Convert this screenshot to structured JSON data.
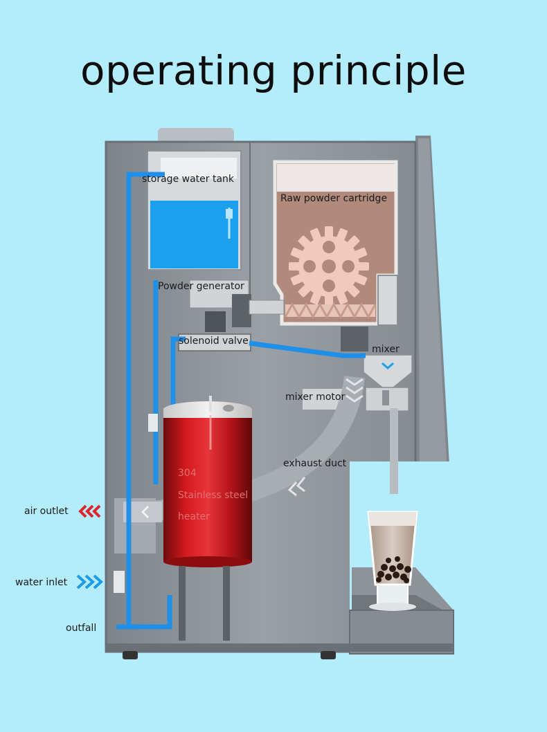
{
  "title": "operating principle",
  "labels": {
    "storage_water_tank": "storage water tank",
    "raw_powder_cartridge": "Raw powder cartridge",
    "powder_generator": "Powder generator",
    "solenoid_valve": "solenoid valve",
    "mixer": "mixer",
    "mixer_motor": "mixer motor",
    "exhaust_duct": "exhaust duct",
    "heater_line1": "304",
    "heater_line2": "Stainless steel",
    "heater_line3": "heater",
    "air_outlet": "air outlet",
    "water_inlet": "water inlet",
    "outfall": "outfall"
  },
  "colors": {
    "background": "#b3ecfb",
    "machine_body": "#8f959b",
    "pipe": "#1f8fe8",
    "heater_red": "#c8161b",
    "water": "#1aa0ec",
    "powder": "#b08a7b",
    "air_arrow": "#e0222a",
    "water_arrow": "#1e9be6"
  }
}
